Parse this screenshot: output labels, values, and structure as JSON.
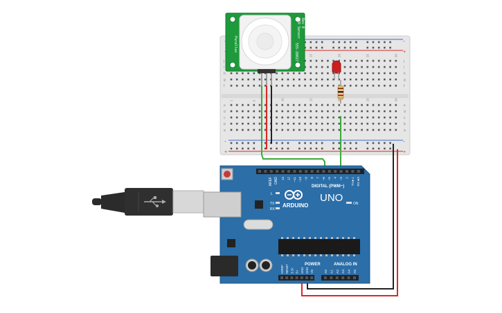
{
  "colors": {
    "board": "#2b6ea8",
    "board_dark": "#1f5a8e",
    "breadboard": "#e8e8e8",
    "pir_pcb": "#1e9a3c",
    "wire_red": "#d62828",
    "wire_black": "#222222",
    "wire_green": "#3caa3c",
    "led": "#cc1f1f",
    "header": "#222222"
  },
  "pir": {
    "label_side_a": "PIR Sensor",
    "label_side_b": "Rev 0",
    "label_part": "555-28027",
    "label_mfr": "Parallax"
  },
  "arduino": {
    "logo_text": "ARDUINO",
    "model": "UNO",
    "digital_label": "DIGITAL (PWM~)",
    "power_label": "POWER",
    "analog_label": "ANALOG IN",
    "on_label": "ON",
    "tx_label": "TX",
    "rx_label": "RX",
    "l_label": "L",
    "aref_label": "AREF",
    "gnd_label": "GND",
    "top_pins": [
      "13",
      "12",
      "~11",
      "~10",
      "~9",
      "8",
      "7",
      "~6",
      "~5",
      "4",
      "~3",
      "2",
      "TX►1",
      "RX◄0"
    ],
    "power_pins": [
      "IOREF",
      "RESET",
      "3.3V",
      "5V",
      "GND",
      "GND",
      "Vin"
    ],
    "analog_pins": [
      "A0",
      "A1",
      "A2",
      "A3",
      "A4",
      "A5"
    ]
  },
  "breadboard": {
    "row_letters_top": [
      "j",
      "i",
      "h",
      "g",
      "f"
    ],
    "row_letters_bottom": [
      "e",
      "d",
      "c",
      "b",
      "a"
    ],
    "column_numbers": [
      "1",
      "5",
      "10",
      "15",
      "20",
      "25",
      "30"
    ],
    "plus": "+",
    "minus": "-"
  }
}
